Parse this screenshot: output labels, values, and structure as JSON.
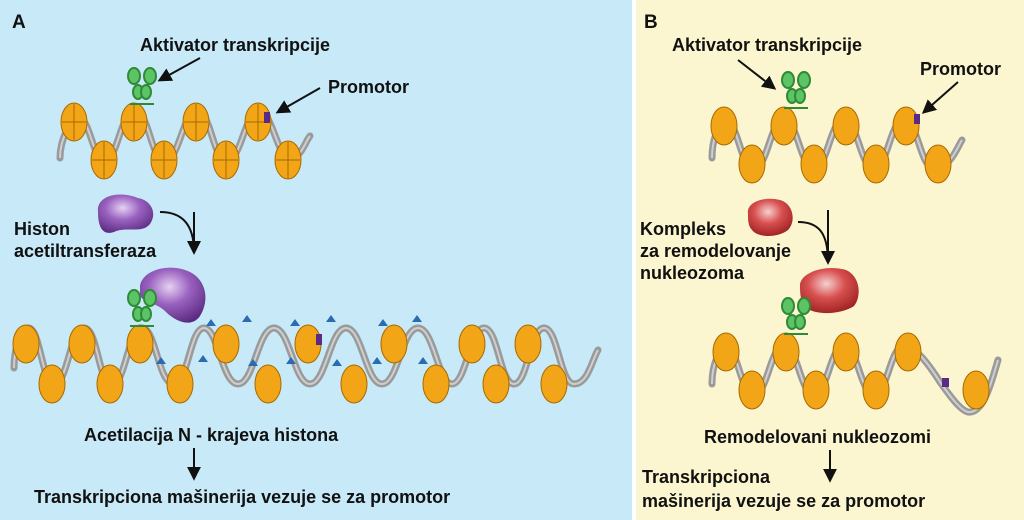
{
  "panel_a": {
    "letter": "A",
    "activator": "Aktivator transkripcije",
    "promoter": "Promotor",
    "enzyme_line1": "Histon",
    "enzyme_line2": "acetiltransferaza",
    "result": "Acetilacija N - krajeva histona",
    "outcome": "Transkripciona mašinerija vezuje se za promotor"
  },
  "panel_b": {
    "letter": "B",
    "activator": "Aktivator transkripcije",
    "promoter": "Promotor",
    "enzyme_line1": "Kompleks",
    "enzyme_line2": "za remodelovanje",
    "enzyme_line3": "nukleozoma",
    "result": "Remodelovani nukleozomi",
    "outcome_line1": "Transkripciona",
    "outcome_line2": "mašinerija vezuje se za promotor"
  },
  "colors": {
    "panel_a_bg": "#c7e9f8",
    "panel_b_bg": "#fbf6d0",
    "nucleosome": "#f2a516",
    "dna": "#9a9a9a",
    "activator": "#3fae49",
    "hat_enzyme": "#7b3f9e",
    "remodeling_complex": "#c83a3a",
    "acetyl_mark": "#2a6cb0",
    "promoter_mark": "#5b2a86"
  }
}
